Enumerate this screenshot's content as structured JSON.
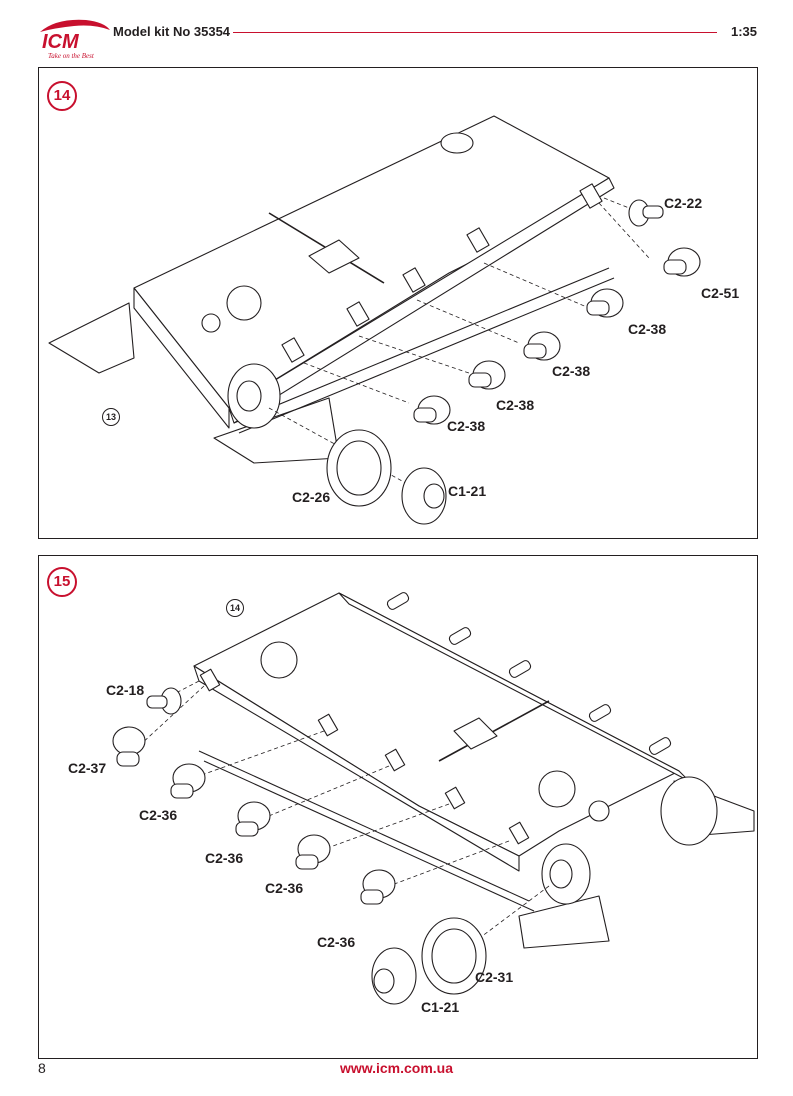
{
  "header": {
    "brand": "ICM",
    "tagline": "Take on the Best",
    "kit_label": "Model kit No 35354",
    "scale": "1:35",
    "accent_color": "#c8102e"
  },
  "step14": {
    "number": "14",
    "ref_step": "13",
    "labels": {
      "c2_22": "C2-22",
      "c2_51": "C2-51",
      "c2_38_a": "C2-38",
      "c2_38_b": "C2-38",
      "c2_38_c": "C2-38",
      "c2_38_d": "C2-38",
      "c1_21": "C1-21",
      "c2_26": "C2-26"
    }
  },
  "step15": {
    "number": "15",
    "ref_step": "14",
    "labels": {
      "c2_18": "C2-18",
      "c2_37": "C2-37",
      "c2_36_a": "C2-36",
      "c2_36_b": "C2-36",
      "c2_36_c": "C2-36",
      "c2_36_d": "C2-36",
      "c2_31": "C2-31",
      "c1_21": "C1-21"
    }
  },
  "footer": {
    "page_number": "8",
    "url": "www.icm.com.ua"
  }
}
